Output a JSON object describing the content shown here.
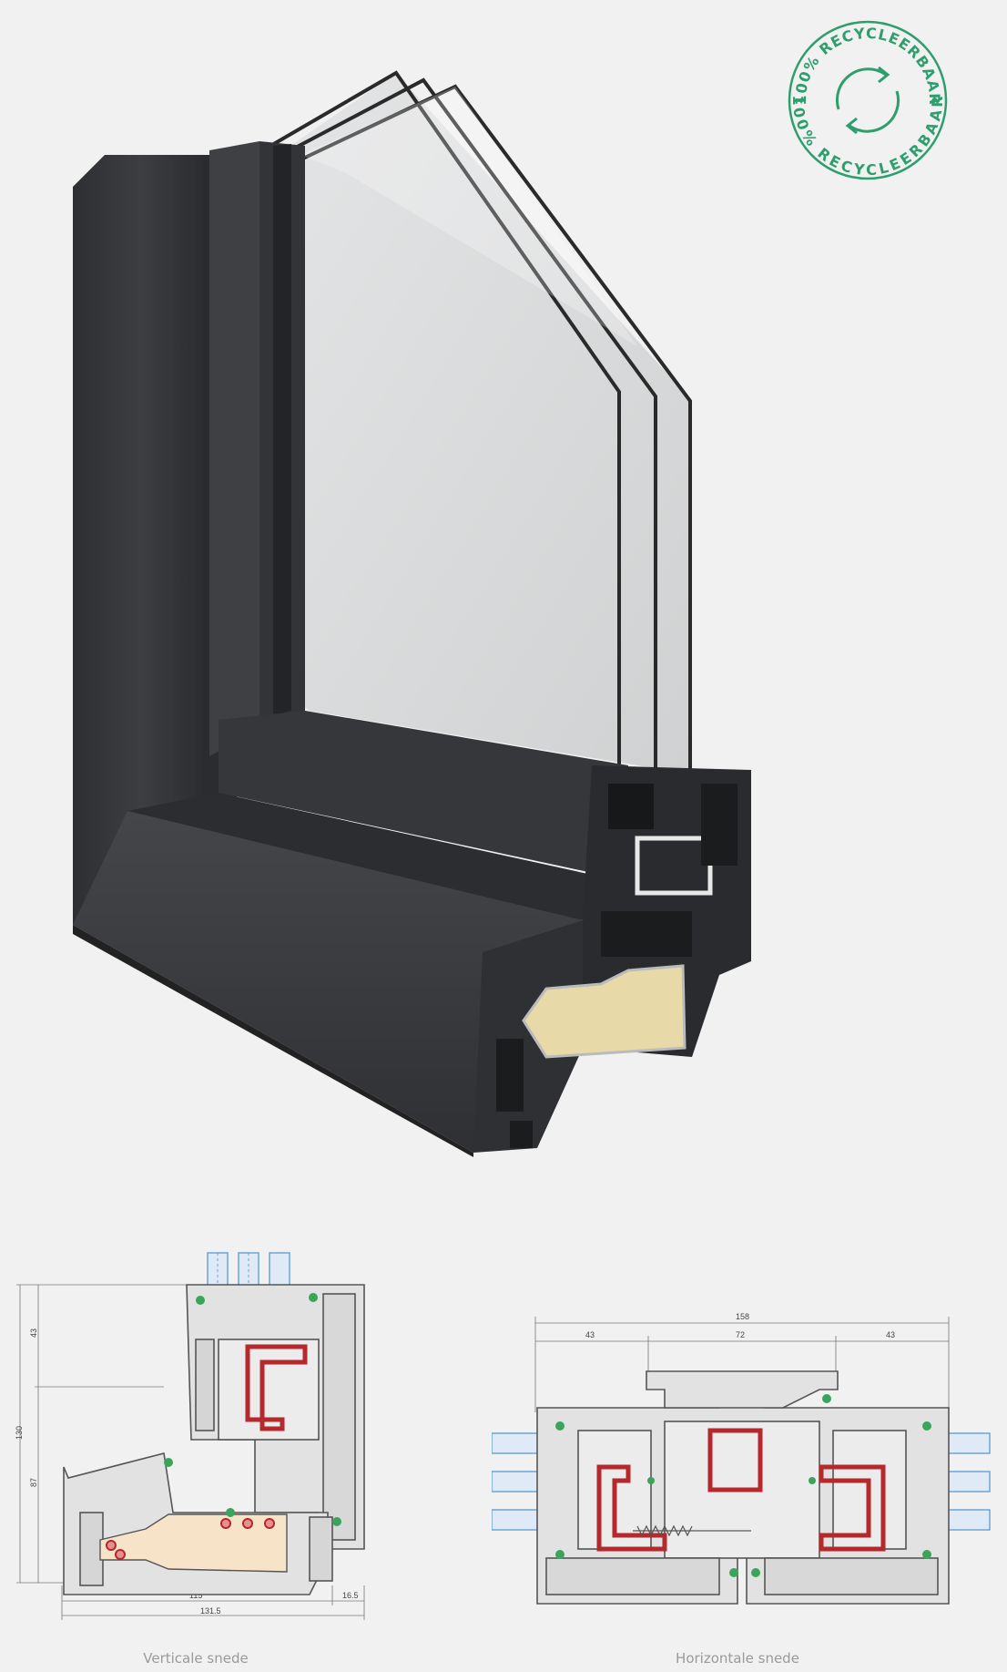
{
  "badge": {
    "top_text": "100% RECYCLEERBAAR",
    "bottom_text": "100% RECYCLEERBAAR",
    "color": "#2f9e6d"
  },
  "vertical_section": {
    "caption": "Verticale snede",
    "dims": {
      "top_height": "43",
      "total_height": "130",
      "lower_height": "87",
      "inner_width": "115",
      "outer_width": "131.5",
      "right_width": "16.5"
    }
  },
  "horizontal_section": {
    "caption": "Horizontale snede",
    "dims": {
      "total": "158",
      "left": "43",
      "middle": "72",
      "right": "43"
    }
  },
  "colors": {
    "frame": "#3a3b3e",
    "glass": "#d8dadb",
    "steel": "#b5282b",
    "gasket": "#3aa55a",
    "glass_blue": "#6aa6d8",
    "insulation": "#f7e4c8"
  }
}
